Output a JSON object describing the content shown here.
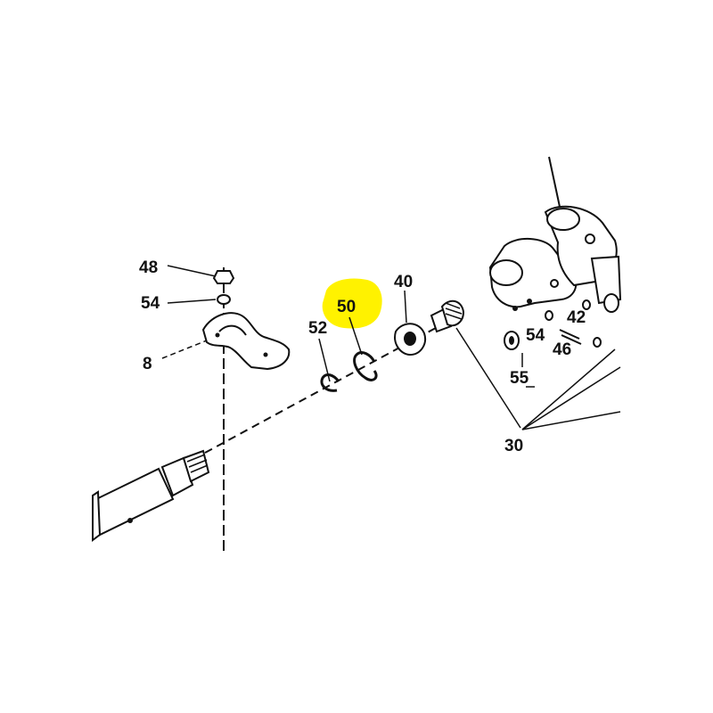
{
  "callouts": {
    "p48": "48",
    "p54a": "54",
    "p8": "8",
    "p52": "52",
    "p50": "50",
    "p40": "40",
    "p54b": "54",
    "p55": "55",
    "p30": "30",
    "p42": "42",
    "p46": "46"
  },
  "highlight": {
    "callout": "50",
    "color": "#FFF200"
  },
  "colors": {
    "ink": "#111111",
    "background": "#FFFFFF",
    "panel": "#FFFFFF"
  }
}
